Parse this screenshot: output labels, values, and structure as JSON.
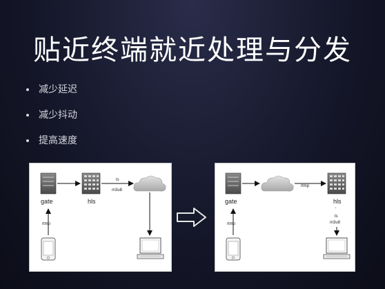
{
  "slide": {
    "title": "贴近终端就近处理与分发",
    "bullets": [
      "减少延迟",
      "减少抖动",
      "提高速度"
    ]
  },
  "diagram_left": {
    "gate_label": "gate",
    "hls_label": "hls",
    "rtmp_label": "rtmp",
    "ts_label": "ts",
    "m3u8_label": "m3u8"
  },
  "diagram_right": {
    "gate_label": "gate",
    "hls_label": "hls",
    "rtmp_label_left": "rtmp",
    "rtmp_label_top": "rtmp",
    "tick_label": "'",
    "ts_label": "ts",
    "m3u8_label": "m3u8"
  },
  "icons": [
    "server-icon",
    "rack-icon",
    "cloud-icon",
    "phone-icon",
    "computer-icon",
    "transition-arrow-icon"
  ]
}
